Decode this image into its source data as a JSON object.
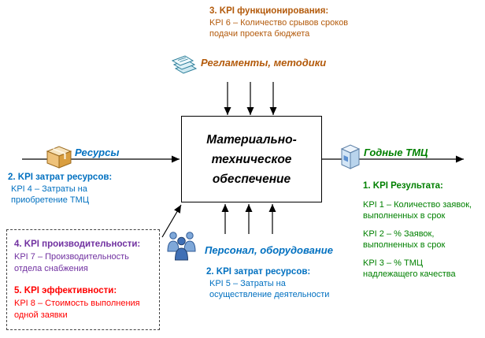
{
  "colors": {
    "brown": "#b35a0b",
    "blue": "#0070c0",
    "green": "#008000",
    "purple": "#7030a0",
    "red": "#ff0000",
    "arrow": "#000000"
  },
  "center": {
    "line1": "Материально-",
    "line2": "техническое",
    "line3": "обеспечение"
  },
  "top": {
    "kpi_title": "3. KPI функционирования:",
    "kpi_line1": "KPI 6 – Количество срывов сроков",
    "kpi_line2": "подачи проекта бюджета",
    "label": "Регламенты, методики",
    "icon": "documents-stack-icon"
  },
  "left": {
    "label": "Ресурсы",
    "kpi_title": "2. KPI затрат ресурсов:",
    "kpi_line1": "KPI 4 – Затраты на",
    "kpi_line2": "приобретение ТМЦ",
    "icon": "package-box-icon"
  },
  "bottom": {
    "label": "Персонал, оборудование",
    "kpi_title": "2. KPI затрат ресурсов:",
    "kpi_line1": "KPI 5 – Затраты на",
    "kpi_line2": "осуществление деятельности",
    "icon": "people-icon"
  },
  "bottom_left_box": {
    "kpi4_title": "4. KPI производительности:",
    "kpi4_line1": "KPI 7 – Производительность",
    "kpi4_line2": "отдела снабжения",
    "kpi5_title": "5. KPI эффективности:",
    "kpi5_line1": "KPI 8 – Стоимость выполнения",
    "kpi5_line2": "одной заявки"
  },
  "right": {
    "label": "Годные ТМЦ",
    "kpi_title": "1. KPI Результата:",
    "icon": "goods-box-icon",
    "kpis": [
      {
        "line1": "KPI 1 – Количество заявок,",
        "line2": "выполненных в срок"
      },
      {
        "line1": "KPI 2 – % Заявок,",
        "line2": "выполненных в срок"
      },
      {
        "line1": "KPI 3 – % ТМЦ",
        "line2": "надлежащего качества"
      }
    ]
  }
}
